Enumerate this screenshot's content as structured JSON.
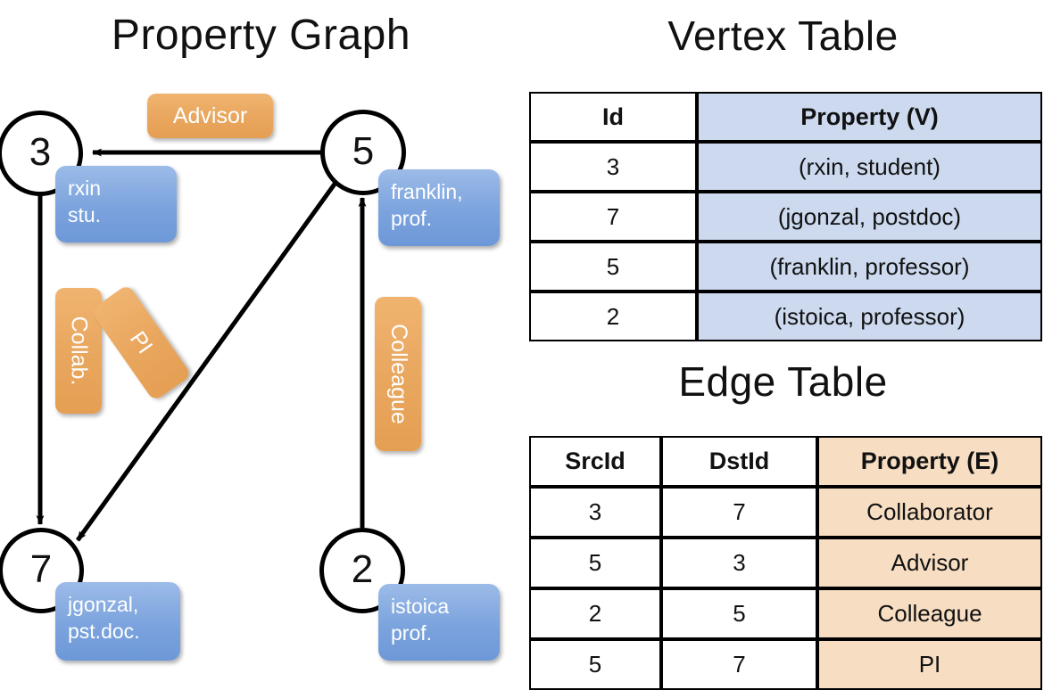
{
  "titles": {
    "property_graph": "Property Graph",
    "vertex_table": "Vertex Table",
    "edge_table": "Edge Table"
  },
  "graph": {
    "nodes": [
      {
        "id": "3",
        "label": "3",
        "property_lines": [
          "rxin",
          "stu."
        ]
      },
      {
        "id": "5",
        "label": "5",
        "property_lines": [
          "franklin,",
          "prof."
        ]
      },
      {
        "id": "7",
        "label": "7",
        "property_lines": [
          "jgonzal,",
          "pst.doc."
        ]
      },
      {
        "id": "2",
        "label": "2",
        "property_lines": [
          "istoica",
          "prof."
        ]
      }
    ],
    "edge_labels": [
      {
        "name": "advisor",
        "text": "Advisor"
      },
      {
        "name": "collab",
        "text": "Collab."
      },
      {
        "name": "pi",
        "text": "PI"
      },
      {
        "name": "colleague",
        "text": "Colleague"
      }
    ],
    "edges": [
      {
        "src": "5",
        "dst": "3",
        "label": "Advisor"
      },
      {
        "src": "3",
        "dst": "7",
        "label": "Collab."
      },
      {
        "src": "5",
        "dst": "7",
        "label": "PI"
      },
      {
        "src": "2",
        "dst": "5",
        "label": "Colleague"
      }
    ]
  },
  "vertex_table": {
    "headers": [
      "Id",
      "Property (V)"
    ],
    "rows": [
      {
        "id": "3",
        "property": "(rxin, student)"
      },
      {
        "id": "7",
        "property": "(jgonzal, postdoc)"
      },
      {
        "id": "5",
        "property": "(franklin, professor)"
      },
      {
        "id": "2",
        "property": "(istoica, professor)"
      }
    ]
  },
  "edge_table": {
    "headers": [
      "SrcId",
      "DstId",
      "Property (E)"
    ],
    "rows": [
      {
        "src": "3",
        "dst": "7",
        "property": "Collaborator"
      },
      {
        "src": "5",
        "dst": "3",
        "property": "Advisor"
      },
      {
        "src": "2",
        "dst": "5",
        "property": "Colleague"
      },
      {
        "src": "5",
        "dst": "7",
        "property": "PI"
      }
    ]
  },
  "colors": {
    "vertex_property_fill": "#ccd9ef",
    "edge_property_fill": "#f7ddc2",
    "vertex_box": "#7ba3dd",
    "edge_box": "#e9a75f",
    "stroke": "#000000",
    "background": "#ffffff"
  }
}
